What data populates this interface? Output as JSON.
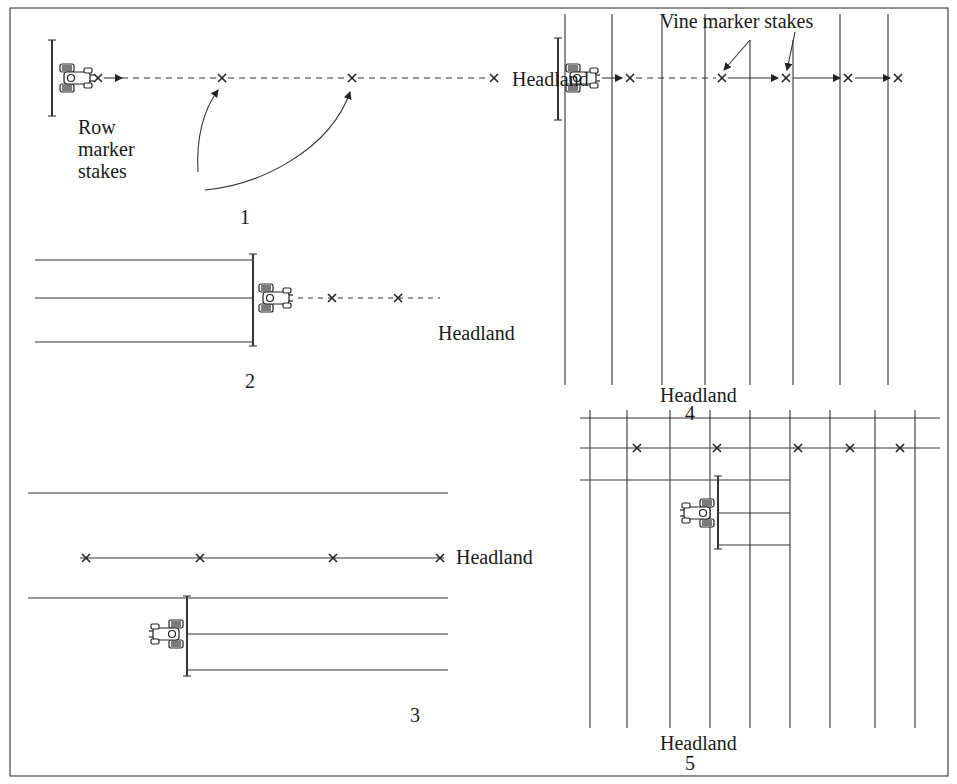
{
  "diagram": {
    "labels": [
      "Row marker stakes",
      "Headland",
      "1",
      "Vine marker stakes",
      "Headland",
      "4",
      "Headland",
      "2",
      "Headland",
      "3",
      "Headland",
      "5"
    ]
  }
}
